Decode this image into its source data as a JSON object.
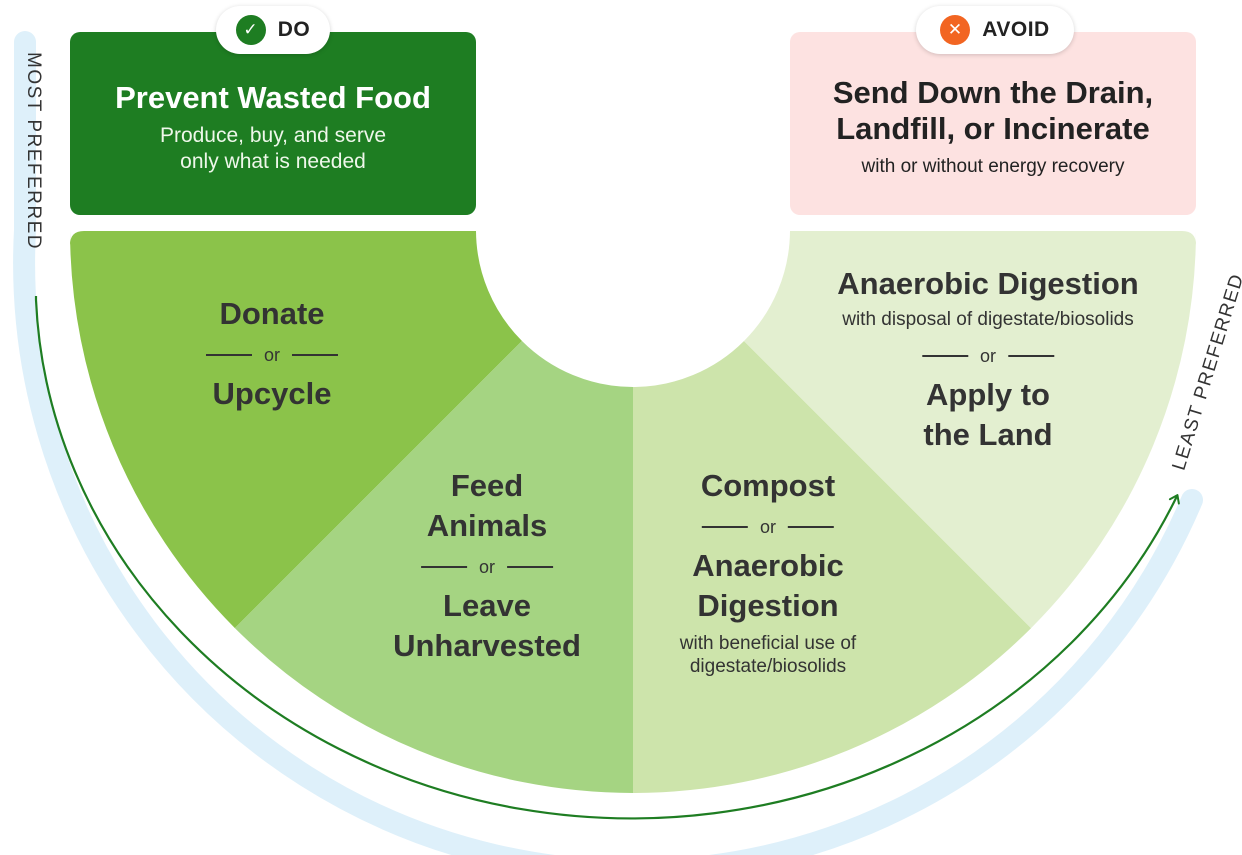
{
  "do_badge": {
    "icon": "checkmark-icon",
    "label": "DO",
    "color": "#1e7d22"
  },
  "avoid_badge": {
    "icon": "x-icon",
    "label": "AVOID",
    "color": "#f26522"
  },
  "top_left": {
    "title": "Prevent Wasted Food",
    "subtitle_line1": "Produce, buy, and serve",
    "subtitle_line2": "only what is needed",
    "color": "#1e7d22"
  },
  "top_right": {
    "title_line1": "Send Down the Drain,",
    "title_line2": "Landfill, or Incinerate",
    "subtitle": "with or without energy recovery",
    "color": "#fde2e1"
  },
  "wedges": [
    {
      "option1": "Donate",
      "separator": "or",
      "option2": "Upcycle",
      "color": "#8bc34a"
    },
    {
      "option1_line1": "Feed",
      "option1_line2": "Animals",
      "separator": "or",
      "option2_line1": "Leave",
      "option2_line2": "Unharvested",
      "color": "#a5d482"
    },
    {
      "option1": "Compost",
      "separator": "or",
      "option2_line1": "Anaerobic",
      "option2_line2": "Digestion",
      "note_line1": "with beneficial use of",
      "note_line2": "digestate/biosolids",
      "color": "#cde4ab"
    },
    {
      "option1": "Anaerobic Digestion",
      "note": "with disposal of digestate/biosolids",
      "separator": "or",
      "option2_line1": "Apply to",
      "option2_line2": "the Land",
      "color": "#e3efd0"
    }
  ],
  "side_labels": {
    "most": "MOST PREFERRED",
    "least": "LEAST PREFERRED"
  },
  "colors": {
    "arrow": "#1e7d22",
    "band": "#def0fa"
  }
}
